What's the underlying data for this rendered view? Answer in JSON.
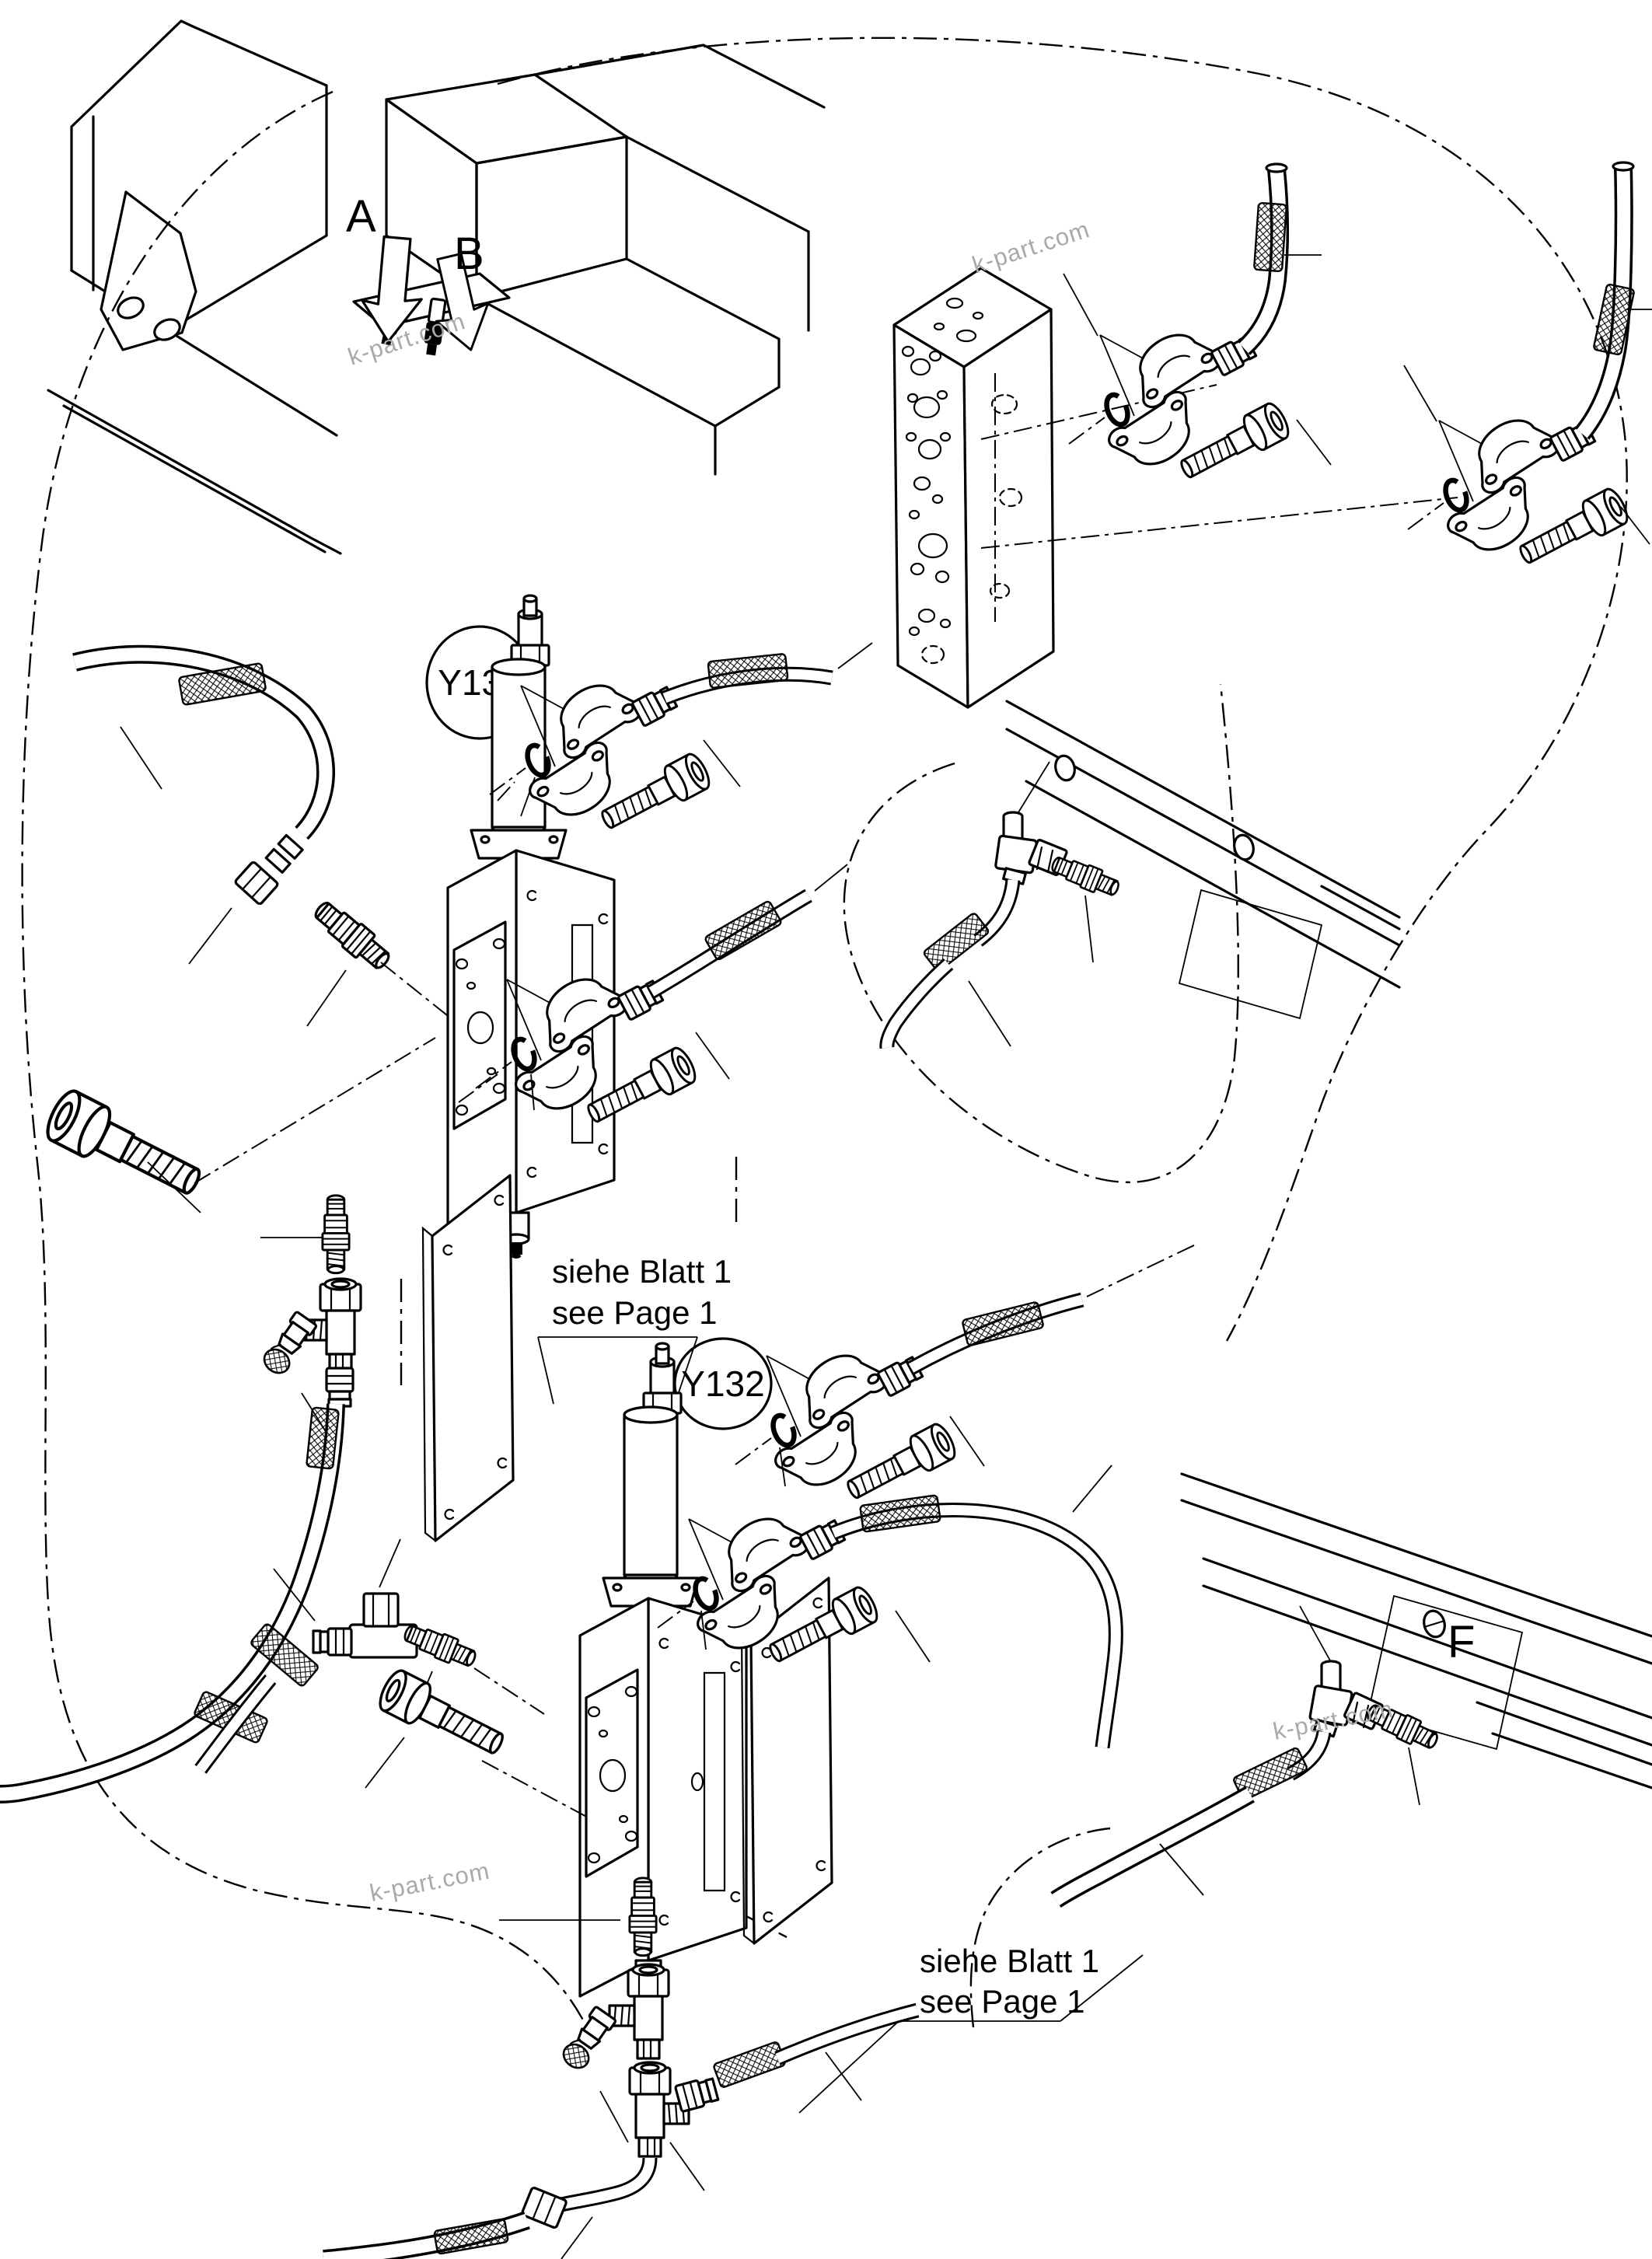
{
  "diagram": {
    "type": "exploded-hydraulic-parts-diagram",
    "labels": {
      "port_a": "A",
      "port_b": "B",
      "solenoid_valve_1": "Y133",
      "solenoid_valve_2": "Y132",
      "frame_position": "F"
    },
    "notes": {
      "cross_reference_1": {
        "line1": "siehe Blatt 1",
        "line2": "see Page 1"
      },
      "cross_reference_2": {
        "line1": "siehe Blatt 1",
        "line2": "see Page 1"
      }
    },
    "watermarks": [
      "k-part.com",
      "k-part.com",
      "k-part.com",
      "k-part.com"
    ]
  },
  "colors": {
    "ink": "#000000",
    "background": "#ffffff",
    "watermark": "#a9a9a9"
  }
}
